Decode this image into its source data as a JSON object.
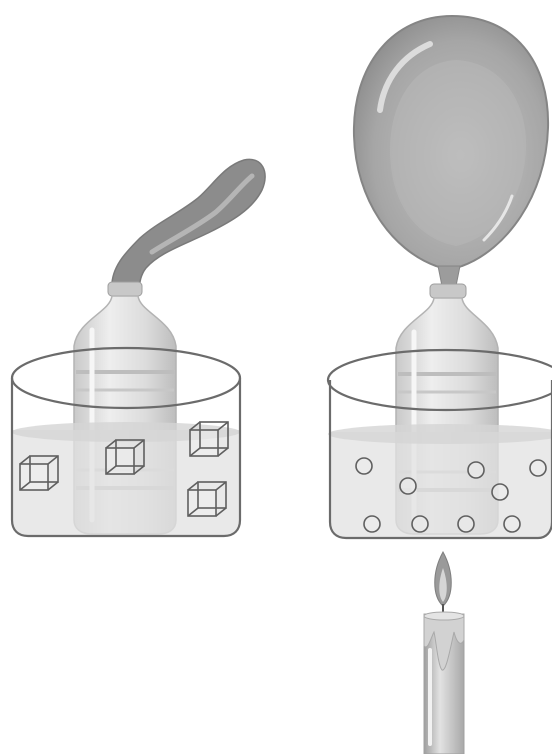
{
  "figure": {
    "panels": [
      {
        "name": "cold-setup",
        "bath_contents": "ice-cubes",
        "ice_cube_count": 4,
        "balloon_state": "deflated"
      },
      {
        "name": "hot-setup",
        "bath_contents": "bubbles",
        "bubble_count": 9,
        "balloon_state": "inflated",
        "heat_source": "candle"
      }
    ],
    "colors": {
      "background": "#ffffff",
      "balloon": "#8c8c8c",
      "balloon_big": "#a9a9a9",
      "bottle": "#dedede",
      "water": "#e4e4e4",
      "outline": "#6b6b6b",
      "candle": "#cfcfcf",
      "flame": "#9a9a9a"
    }
  }
}
